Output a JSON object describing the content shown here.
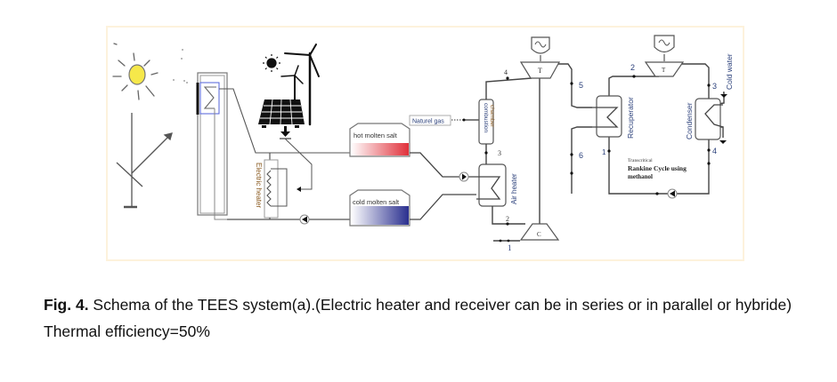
{
  "figure": {
    "labels": {
      "electric_heater": "Electric heater",
      "hot_tank": "hot molten salt",
      "cold_tank": "cold molten salt",
      "natural_gas": "Naturel gas",
      "combustion_chamber_line1": "combustion",
      "combustion_chamber_line2": "chamber",
      "air_heater": "Air heater",
      "gas_turbine": "T",
      "compressor": "C",
      "recuperator": "Recuperator",
      "condenser": "Condenser",
      "orc_turbine": "T",
      "cold_water": "Cold water",
      "cycle_line1": "Transcritical",
      "cycle_line2": "Rankine Cycle using",
      "cycle_line3": "methanol"
    },
    "state_points": {
      "gas": {
        "p1": "1",
        "p2": "2",
        "p3": "3",
        "p4": "4",
        "p5": "5",
        "p6": "6"
      },
      "orc": {
        "p1": "1",
        "p2": "2",
        "p3": "3",
        "p4": "4"
      }
    },
    "colors": {
      "hot": "#e0303a",
      "cold": "#2a2f8f",
      "sun": "#f6e84a",
      "receiver_frame": "#5060d8",
      "label_orange": "#8a5a20",
      "label_blue": "#2a3f7a",
      "border": "#fdf2dc"
    }
  },
  "caption": {
    "label": "Fig. 4.",
    "text": " Schema of the TEES system(a).(Electric heater and receiver can be in series or in parallel or hybride) Thermal efficiency=50%"
  }
}
